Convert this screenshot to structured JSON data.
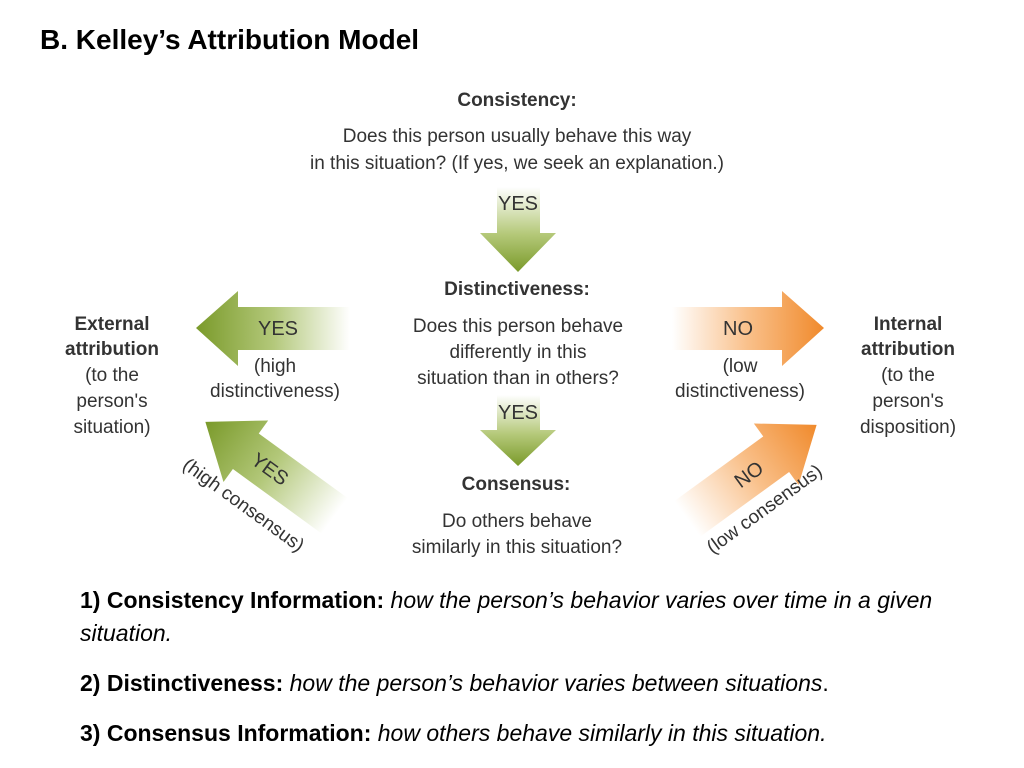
{
  "title": "B. Kelley’s Attribution Model",
  "diagram": {
    "consistency": {
      "heading": "Consistency:",
      "question": [
        "Does this person usually behave this way",
        "in this situation? (If yes, we seek an explanation.)"
      ]
    },
    "distinctiveness": {
      "heading": "Distinctiveness:",
      "question": [
        "Does this person behave",
        "differently in this",
        "situation than in others?"
      ]
    },
    "consensus": {
      "heading": "Consensus:",
      "question": [
        "Do others behave",
        "similarly in this situation?"
      ]
    },
    "external": {
      "heading": [
        "External",
        "attribution"
      ],
      "detail": [
        "(to the",
        "person's",
        "situation)"
      ]
    },
    "internal": {
      "heading": [
        "Internal",
        "attribution"
      ],
      "detail": [
        "(to the",
        "person's",
        "disposition)"
      ]
    },
    "arrows": {
      "down_yes_1": "YES",
      "down_yes_2": "YES",
      "left_yes": "YES",
      "left_yes_sub": [
        "(high",
        "distinctiveness)"
      ],
      "right_no": "NO",
      "right_no_sub": [
        "(low",
        "distinctiveness)"
      ],
      "diag_left_yes": "YES",
      "diag_left_sub": "(high consensus)",
      "diag_right_no": "NO",
      "diag_right_sub": "(low consensus)"
    },
    "colors": {
      "green_dark": "#7a9a2a",
      "green_light": "#e9f0d2",
      "orange_dark": "#f08a2c",
      "orange_light": "#fde7d2"
    }
  },
  "definitions": [
    {
      "term": "1) Consistency Information:",
      "desc": "how the person’s behavior varies over time in a given situation.",
      "tail": ""
    },
    {
      "term": "2) Distinctiveness:",
      "desc": "how the person’s behavior varies between situations",
      "tail": "."
    },
    {
      "term": "3) Consensus Information:",
      "desc": "how others behave similarly in this situation.",
      "tail": ""
    }
  ]
}
